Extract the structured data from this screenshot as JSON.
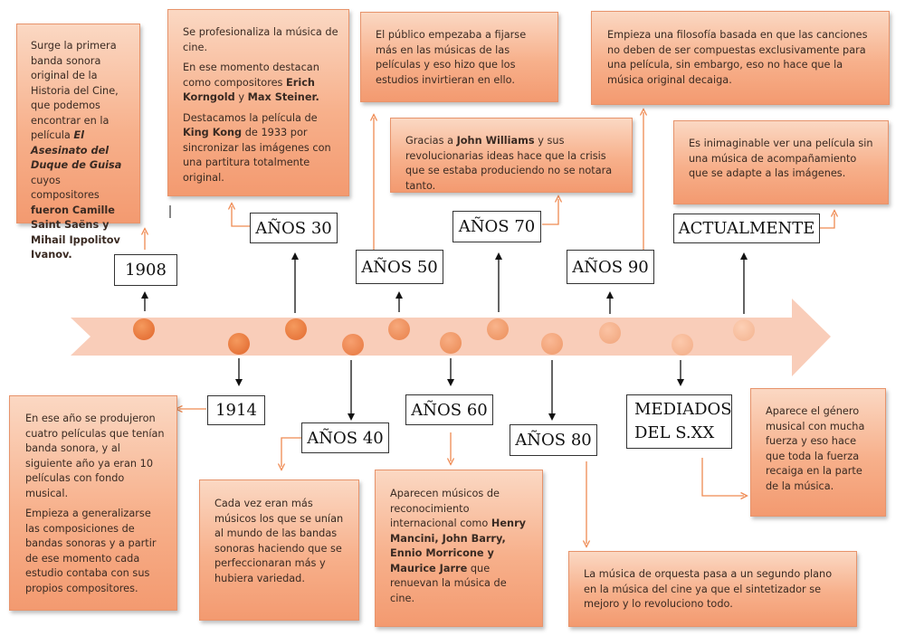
{
  "timeline": {
    "labels": {
      "y1908": "1908",
      "y1914": "1914",
      "a30": "AÑOS 30",
      "a40": "AÑOS 40",
      "a50": "AÑOS 50",
      "a60": "AÑOS 60",
      "a70": "AÑOS 70",
      "a80": "AÑOS 80",
      "a90": "AÑOS 90",
      "mediados_l1": "MEDIADOS",
      "mediados_l2": "DEL S.XX",
      "actual": "ACTUALMENTE"
    },
    "texts": {
      "t1908": {
        "a": "Surge la primera banda sonora original de la Historia del Cine, que podemos encontrar en la película ",
        "b": "El Asesinato del Duque de Guisa",
        "c": " cuyos compositores ",
        "d": "fueron Camille Saint Saëns y Mihail Ippolitov Ivanov."
      },
      "t1914": {
        "p1": "En ese año se produjeron cuatro películas que tenían banda sonora, y al siguiente año ya eran 10 películas con fondo musical.",
        "p2": "Empieza a generalizarse las composiciones de bandas sonoras y a partir de ese momento cada estudio contaba con sus propios compositores."
      },
      "t30": {
        "p1": "Se profesionaliza la música de cine.",
        "p2a": "En ese momento destacan como compositores ",
        "p2b": "Erich Korngold",
        "p2c": " y ",
        "p2d": "Max Steiner.",
        "p3a": "Destacamos la película de ",
        "p3b": "King Kong",
        "p3c": " de 1933 por sincronizar las imágenes con una partitura totalmente original."
      },
      "t40": "Cada vez eran más músicos los que se unían al mundo de las bandas sonoras haciendo que se perfeccionaran más y hubiera variedad.",
      "t50": "El público empezaba a fijarse más en las músicas de las películas y eso hizo que los estudios invirtieran en ello.",
      "t60": {
        "a": "Aparecen músicos de reconocimiento internacional como ",
        "b": "Henry Mancini, John Barry, Ennio Morricone y Maurice Jarre",
        "c": " que renuevan la música de cine."
      },
      "t70": {
        "a": "Gracias a ",
        "b": "John Williams",
        "c": " y sus revolucionarias ideas hace que la crisis que se estaba produciendo no se notara tanto."
      },
      "t80": "La música de orquesta pasa a un segundo plano en la música del cine ya que el sintetizador se mejoro y lo revoluciono todo.",
      "t90": "Empieza una filosofía basada en que las canciones no deben de ser compuestas exclusivamente para una película, sin embargo, eso no hace que la música original decaiga.",
      "tmed": "Aparece el género musical con mucha fuerza y eso hace que toda la fuerza recaiga en la parte de la música.",
      "tact": "Es inimaginable ver una película sin una música de acompañamiento que se adapte a las imágenes."
    },
    "colors": {
      "arrow": "#f8c8b4",
      "box": "#f7b08b",
      "connector": "#ef8a52",
      "dot": "#e8783a"
    }
  }
}
